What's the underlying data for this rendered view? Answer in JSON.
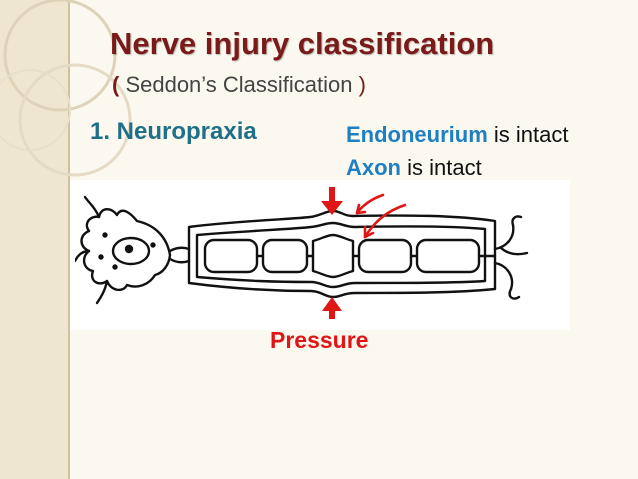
{
  "slide": {
    "title": "Nerve injury classification",
    "subtitle_open": "(",
    "subtitle_text": " Seddon’s Classification ",
    "subtitle_close": ")",
    "heading": "1. Neuropraxia",
    "notes": [
      {
        "term": "Endoneurium",
        "rest": " is intact"
      },
      {
        "term": "Axon",
        "rest": " is intact"
      }
    ],
    "pressure_label": "Pressure"
  },
  "colors": {
    "title": "#7a1a1a",
    "heading": "#1f6f89",
    "term": "#1e7fc2",
    "pressure": "#e01515"
  }
}
